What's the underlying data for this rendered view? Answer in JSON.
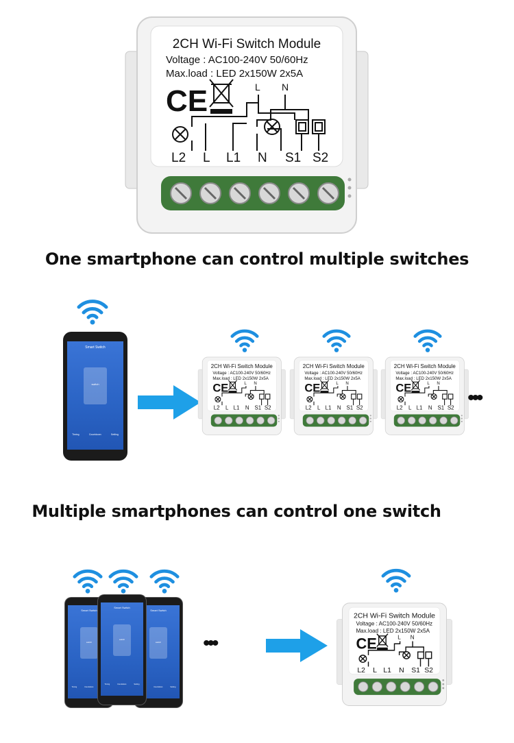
{
  "module": {
    "title": "2CH Wi-Fi Switch Module",
    "voltage": "Voltage : AC100-240V 50/60Hz",
    "maxload": "Max.load : LED 2x150W   2x5A",
    "ce_mark": "CE",
    "wire_top_l": "L",
    "wire_top_n": "N",
    "terminals": [
      "L2",
      "L",
      "L1",
      "N",
      "S1",
      "S2"
    ]
  },
  "heading1": "One smartphone can control multiple switches",
  "heading2": "Multiple smartphones can control one switch",
  "phone": {
    "app_title": "Smart Switch",
    "switch_label": "switch",
    "tabs": [
      "Timing",
      "Countdown",
      "Setting"
    ]
  },
  "more_glyph": "•••",
  "colors": {
    "arrow": "#1ea0e8",
    "wifi": "#1e8fe0",
    "terminal": "#3f7a3a",
    "phone_screen": "#2a63c4"
  },
  "icons": [
    "wifi-icon",
    "arrow-right-icon",
    "ce-mark-icon",
    "weee-bin-icon",
    "lamp-icon"
  ]
}
